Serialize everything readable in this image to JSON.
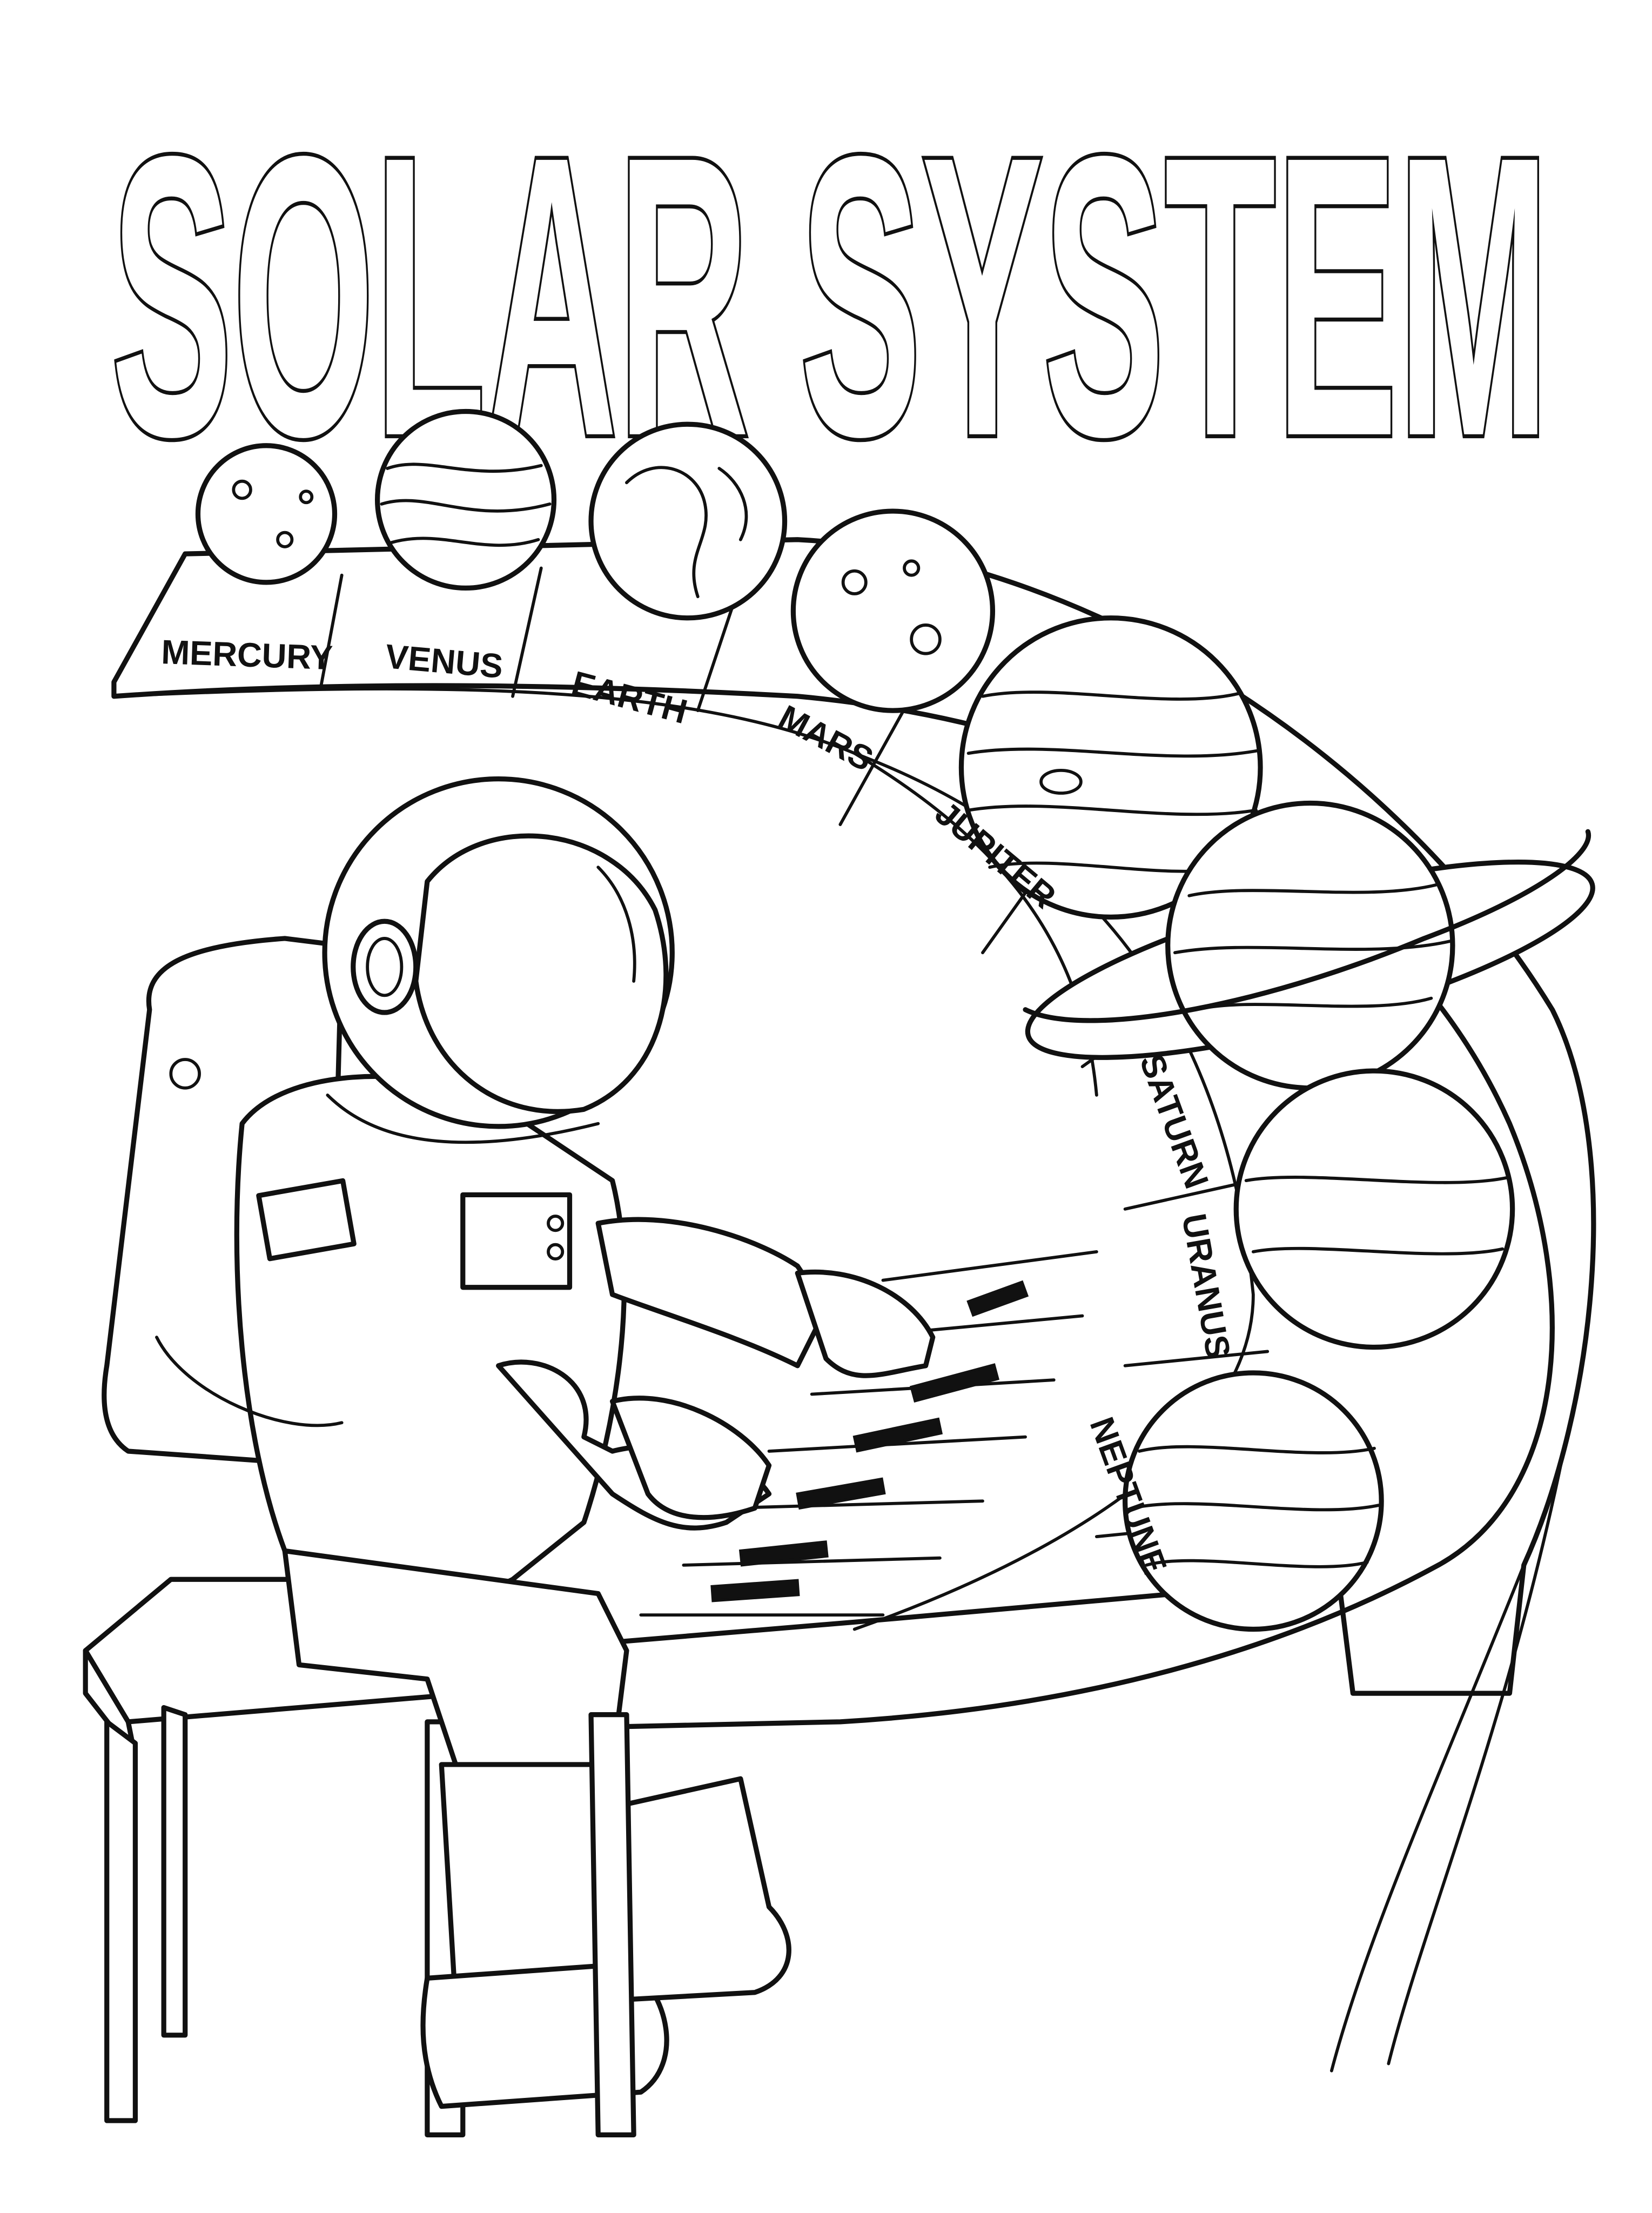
{
  "title": "SOLAR SYSTEM",
  "planets": [
    {
      "name": "MERCURY"
    },
    {
      "name": "VENUS"
    },
    {
      "name": "EARTH"
    },
    {
      "name": "MARS"
    },
    {
      "name": "JUPITER"
    },
    {
      "name": "SATURN"
    },
    {
      "name": "URANUS"
    },
    {
      "name": "NEPTUNE"
    }
  ],
  "colors": {
    "line": "#111111",
    "background": "#ffffff"
  }
}
